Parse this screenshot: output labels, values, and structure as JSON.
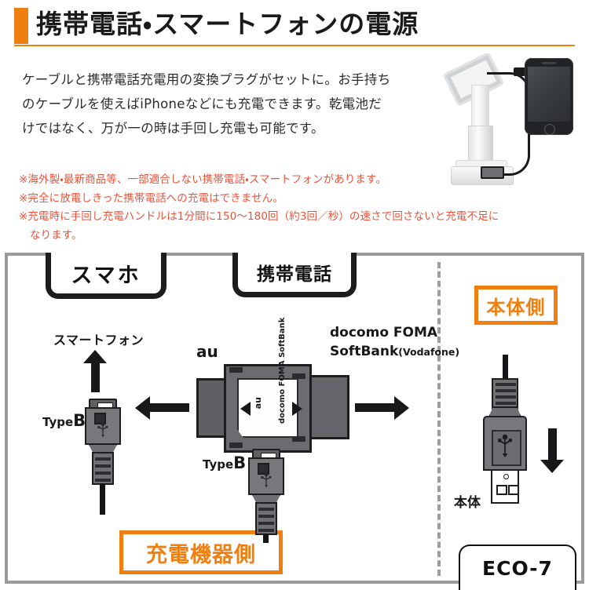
{
  "header": {
    "title": "携帯電話・スマートフォンの電源",
    "accent_color": "#F07F12"
  },
  "intro": {
    "line1": "ケーブルと携帯電話充電用の変換プラグがセットに。お手持ち",
    "line2": "のケーブルを使えばiPhoneなどにも充電できます。乾電池だ",
    "line3": "けではなく、万が一の時は手回し充電も可能です。"
  },
  "notes": {
    "note1": "※海外製・最新商品等、一部適合しない携帯電話・スマートフォンがあります。",
    "note2": "※完全に放電しきった携帯電話への充電はできません。",
    "note3": "※充電時に手回し充電ハンドルは1分間に150～180回（約3回／秒）の速さで回さないと充電不足に",
    "note3_cont": "なります。",
    "color": "#E8543A"
  },
  "diagram": {
    "tab_smartphone": "スマホ",
    "tab_mobile": "携帯電話",
    "label_smartphone": "スマートフォン",
    "label_au": "au",
    "label_carrier_line1": "docomo FOMA",
    "label_carrier_line2": "SoftBank",
    "label_carrier_sub": "(Vodafone)",
    "label_typeb_prefix": "Type",
    "label_typeb_suffix": "B",
    "label_body_side": "本体側",
    "label_charger_side": "充電機器側",
    "label_body": "本体",
    "label_model": "ECO-7",
    "adapter_carrier_text": "docomo FOMA SoftBank",
    "adapter_au_text": "au",
    "orange_color": "#F07F12",
    "divider_color": "#9d9d9d"
  }
}
